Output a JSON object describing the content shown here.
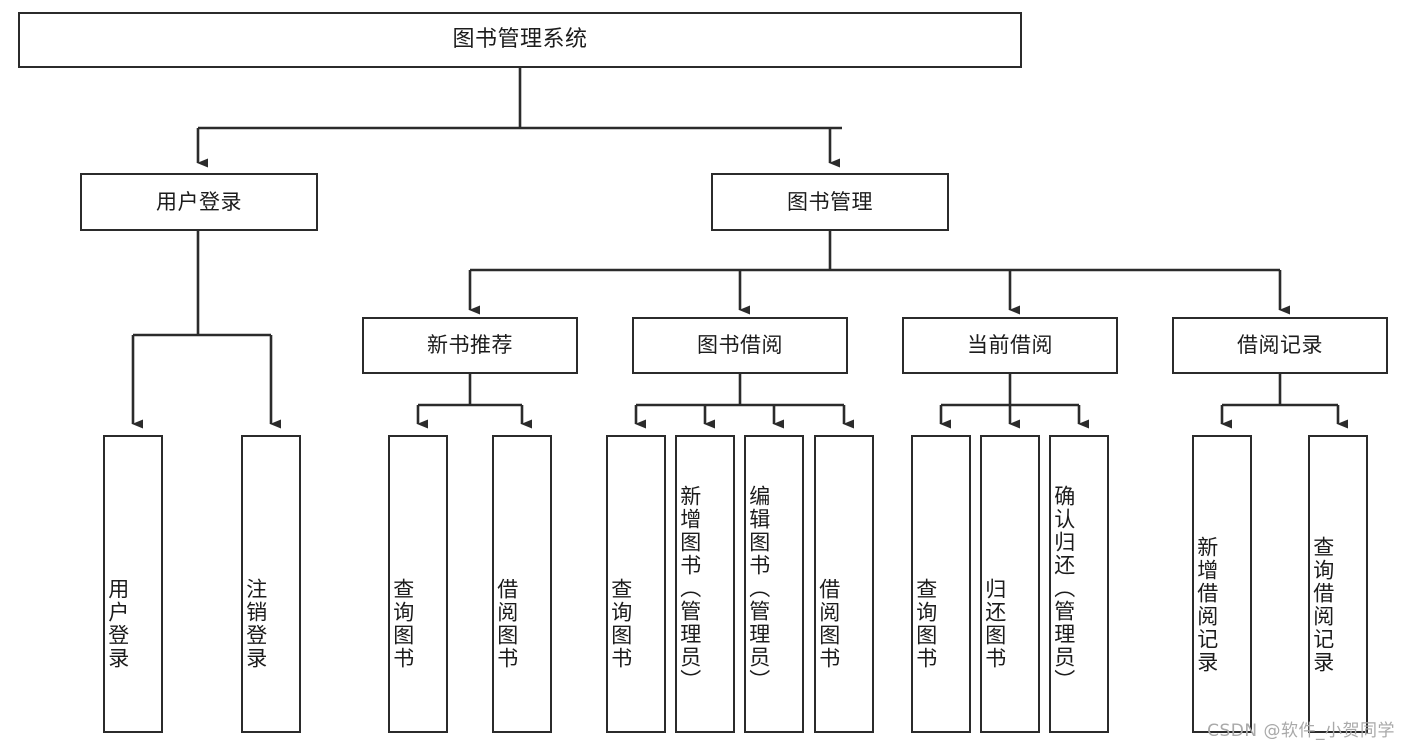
{
  "diagram": {
    "title": "图书管理系统",
    "watermark": "CSDN @软件_小贺同学",
    "colors": {
      "background": "#ffffff",
      "box_border": "#2b2b2b",
      "box_fill": "#ffffff",
      "connector": "#2b2b2b",
      "watermark": "#a9a9a9"
    },
    "nodes": {
      "root": {
        "label": "图书管理系统"
      },
      "level1": [
        {
          "id": "user-login",
          "label": "用户登录"
        },
        {
          "id": "book-manage",
          "label": "图书管理"
        }
      ],
      "level2": [
        {
          "id": "new-book-recommend",
          "label": "新书推荐"
        },
        {
          "id": "book-borrow",
          "label": "图书借阅"
        },
        {
          "id": "current-borrow",
          "label": "当前借阅"
        },
        {
          "id": "borrow-record",
          "label": "借阅记录"
        }
      ],
      "leaves": {
        "user_login": [
          {
            "id": "leaf-user-login",
            "label": "用户登录"
          },
          {
            "id": "leaf-logout-login",
            "label": "注销登录"
          }
        ],
        "new_book_recommend": [
          {
            "id": "leaf-query-book-1",
            "label": "查询图书"
          },
          {
            "id": "leaf-borrow-book-1",
            "label": "借阅图书"
          }
        ],
        "book_borrow": [
          {
            "id": "leaf-query-book-2",
            "label": "查询图书"
          },
          {
            "id": "leaf-add-book",
            "label": "新增图书（管理员）"
          },
          {
            "id": "leaf-edit-book",
            "label": "编辑图书（管理员）"
          },
          {
            "id": "leaf-borrow-book-2",
            "label": "借阅图书"
          }
        ],
        "current_borrow": [
          {
            "id": "leaf-query-book-3",
            "label": "查询图书"
          },
          {
            "id": "leaf-return-book",
            "label": "归还图书"
          },
          {
            "id": "leaf-confirm-return",
            "label": "确认归还（管理员）"
          }
        ],
        "borrow_record": [
          {
            "id": "leaf-add-record",
            "label": "新增借阅记录"
          },
          {
            "id": "leaf-query-record",
            "label": "查询借阅记录"
          }
        ]
      }
    }
  },
  "chart_data": {
    "type": "tree-diagram",
    "title": "图书管理系统",
    "orientation": "top-down",
    "tree": {
      "label": "图书管理系统",
      "children": [
        {
          "label": "用户登录",
          "children": [
            {
              "label": "用户登录",
              "children": []
            },
            {
              "label": "注销登录",
              "children": []
            }
          ]
        },
        {
          "label": "图书管理",
          "children": [
            {
              "label": "新书推荐",
              "children": [
                {
                  "label": "查询图书",
                  "children": []
                },
                {
                  "label": "借阅图书",
                  "children": []
                }
              ]
            },
            {
              "label": "图书借阅",
              "children": [
                {
                  "label": "查询图书",
                  "children": []
                },
                {
                  "label": "新增图书（管理员）",
                  "children": []
                },
                {
                  "label": "编辑图书（管理员）",
                  "children": []
                },
                {
                  "label": "借阅图书",
                  "children": []
                }
              ]
            },
            {
              "label": "当前借阅",
              "children": [
                {
                  "label": "查询图书",
                  "children": []
                },
                {
                  "label": "归还图书",
                  "children": []
                },
                {
                  "label": "确认归还（管理员）",
                  "children": []
                }
              ]
            },
            {
              "label": "借阅记录",
              "children": [
                {
                  "label": "新增借阅记录",
                  "children": []
                },
                {
                  "label": "查询借阅记录",
                  "children": []
                }
              ]
            }
          ]
        }
      ]
    }
  }
}
